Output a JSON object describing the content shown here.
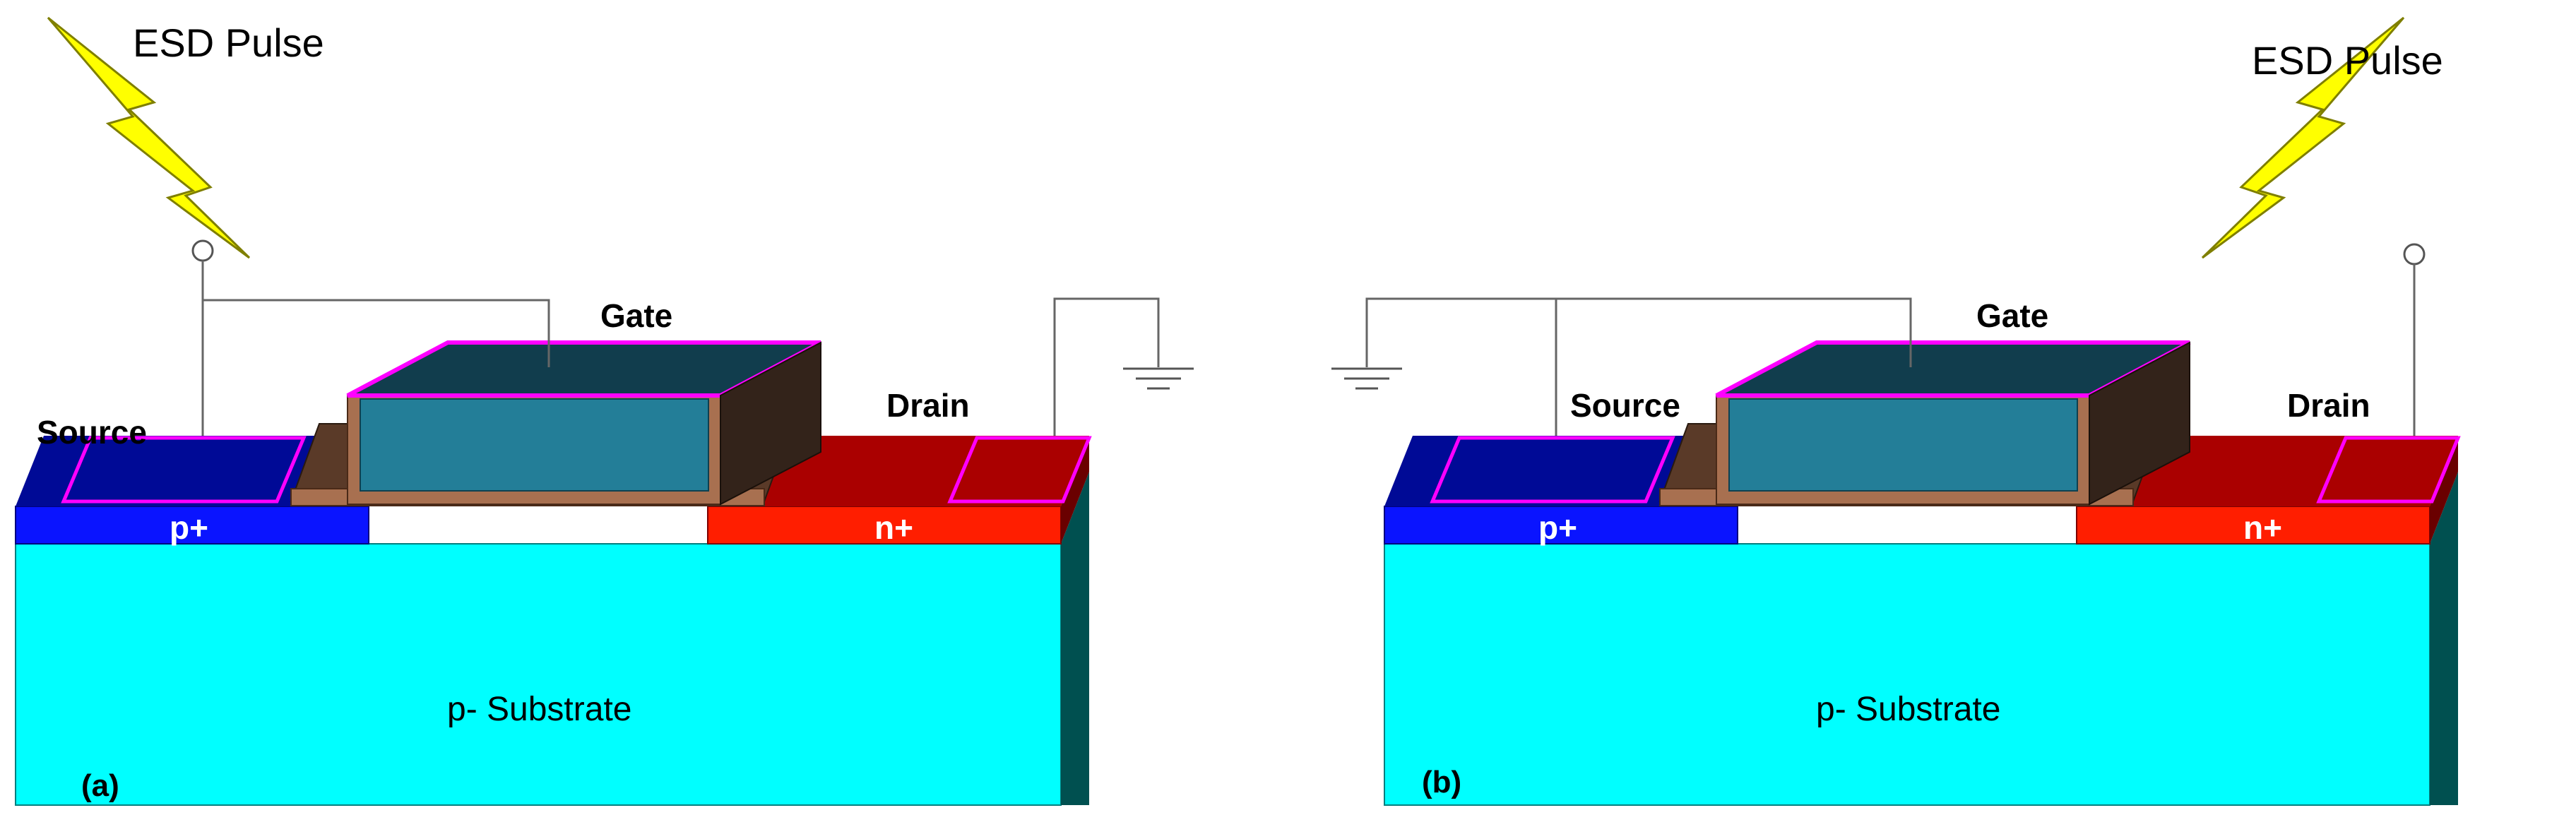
{
  "panels": [
    {
      "id": "a",
      "tag": "(a)",
      "esd_label": "ESD Pulse",
      "source_label": "Source",
      "gate_label": "Gate",
      "drain_label": "Drain",
      "p_plus_label": "p+",
      "n_plus_label": "n+",
      "substrate_label": "p- Substrate"
    },
    {
      "id": "b",
      "tag": "(b)",
      "esd_label": "ESD Pulse",
      "source_label": "Source",
      "gate_label": "Gate",
      "drain_label": "Drain",
      "p_plus_label": "p+",
      "n_plus_label": "n+",
      "substrate_label": "p- Substrate"
    }
  ],
  "colors": {
    "substrate": "#00ffff",
    "substrate_side": "#005050",
    "p_plus": "#0a14ff",
    "p_plus_top": "#000a96",
    "n_plus": "#ff1e00",
    "n_plus_top": "#aa0000",
    "gate_poly": "#237e98",
    "gate_top": "#113d4d",
    "gate_side": "#33231a",
    "oxide": "#a87050",
    "contact_outline": "#ff00ff",
    "esd_bolt": "#ffff00"
  }
}
